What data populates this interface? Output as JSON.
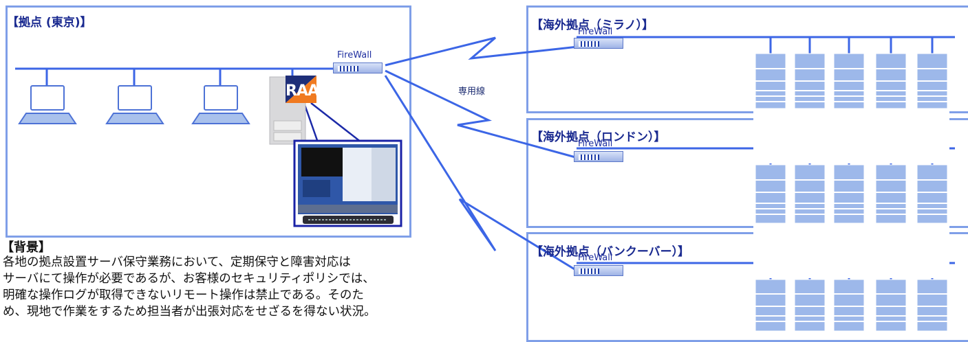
{
  "tokyo": {
    "title": "【拠点 (東京)】",
    "firewall": "FireWall",
    "raa_logo": "RAA",
    "pcs": 3
  },
  "sites": [
    {
      "title": "【海外拠点（ミラノ）】",
      "firewall": "FireWall"
    },
    {
      "title": "【海外拠点（ロンドン）】",
      "firewall": "FireWall"
    },
    {
      "title": "【海外拠点（バンクーバー）】",
      "firewall": "FireWall"
    }
  ],
  "link_label": "専用線",
  "background": {
    "heading": "【背景】",
    "lines": [
      "各地の拠点設置サーバ保守業務において、定期保守と障害対応は",
      "サーバにて操作が必要であるが、お客様のセキュリティポリシでは、",
      "明確な操作ログが取得できないリモート操作は禁止である。そのた",
      "め、現地で作業をするため担当者が出張対応をせざるを得ない状況。"
    ]
  },
  "colors": {
    "border": "#7f9fe8",
    "line": "#3c66e6",
    "server": "#9db8ea",
    "accent_orange": "#f07a20"
  }
}
